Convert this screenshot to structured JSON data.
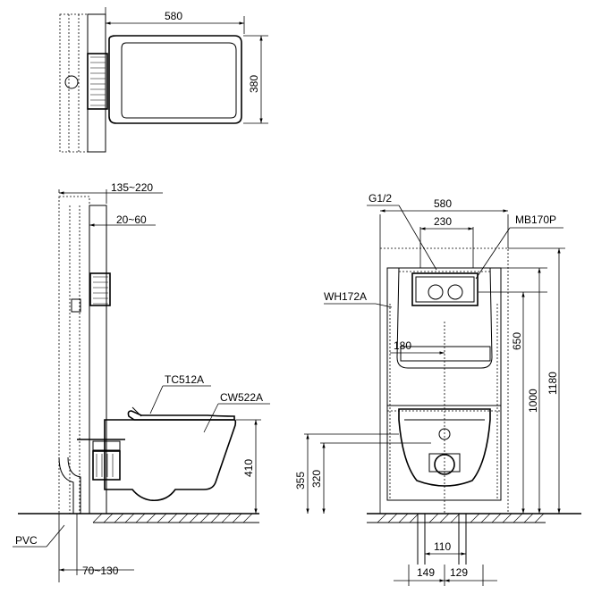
{
  "top_view": {
    "width_label": "580",
    "depth_label": "380"
  },
  "side_view": {
    "wall_depth_label": "135~220",
    "gap_label": "20~60",
    "seat_label": "TC512A",
    "bowl_label": "CW522A",
    "height_label": "410",
    "pvc_label": "PVC",
    "outlet_label": "70~130"
  },
  "front_view": {
    "inlet_label": "G1/2",
    "width_label": "580",
    "plate_width_label": "230",
    "plate_label": "MB170P",
    "frame_label": "WH172A",
    "inlet_offset_label": "180",
    "height_650_label": "650",
    "height_1000_label": "1000",
    "height_1180_label": "1180",
    "rim_height_label": "355",
    "outlet_height_label": "320",
    "spacing_label": "110",
    "left_offset_label": "149",
    "right_offset_label": "129"
  }
}
